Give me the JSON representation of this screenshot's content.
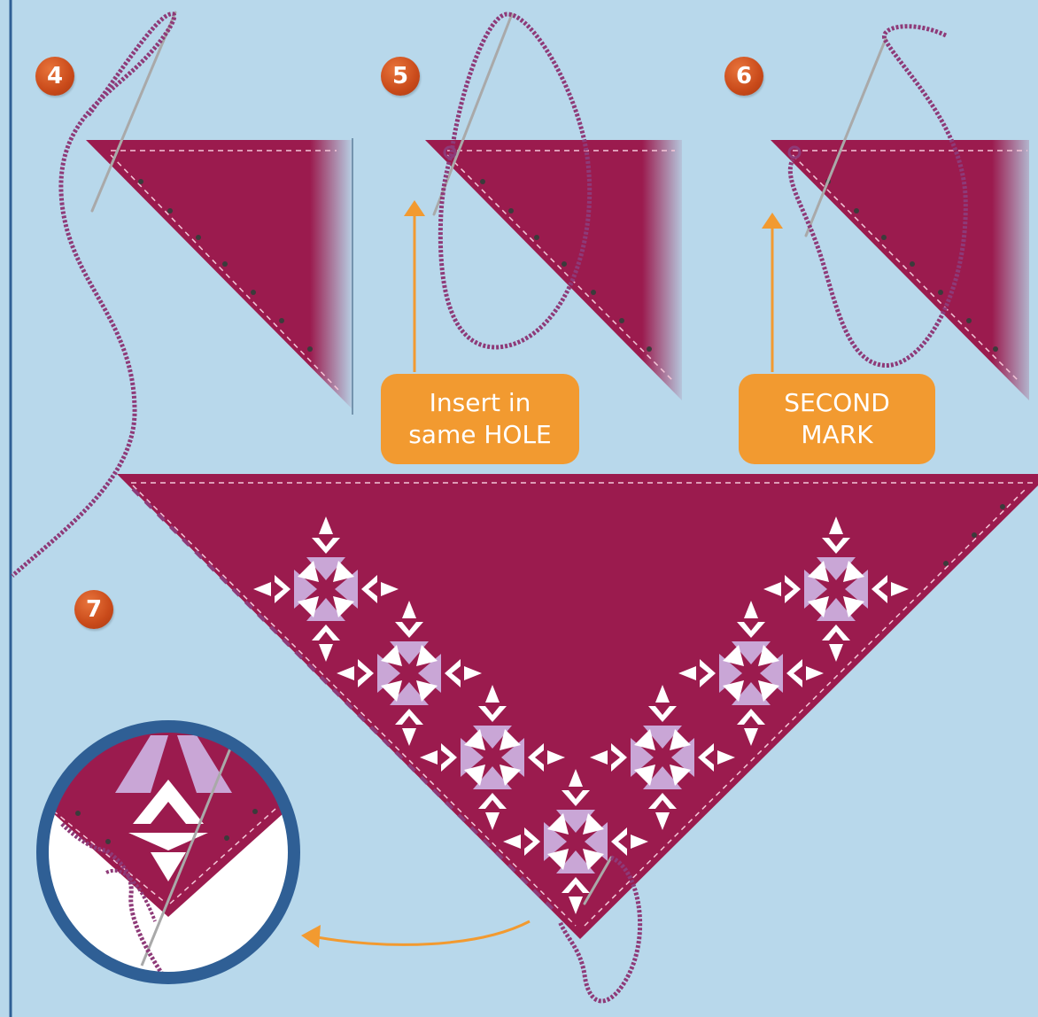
{
  "steps": {
    "step4": "4",
    "step5": "5",
    "step6": "6",
    "step7": "7"
  },
  "callouts": {
    "insert_same_hole": {
      "line1": "Insert in",
      "line2": "same HOLE"
    },
    "second_mark": {
      "line1": "SECOND",
      "line2": "MARK"
    }
  },
  "colors": {
    "background": "#b8d8eb",
    "fabric": "#9b1b4e",
    "thread": "#8e3a78",
    "callout": "#f29a30",
    "arrow": "#f29a30",
    "step_badge": "#c94a1a",
    "magnifier_ring": "#2f5f95",
    "motif_white": "#ffffff",
    "motif_lavender": "#c9a6d6"
  },
  "icons": [
    "needle-icon",
    "thread-icon",
    "arrow-up-icon",
    "curved-arrow-icon",
    "magnifier-icon",
    "embroidery-motif-icon"
  ]
}
